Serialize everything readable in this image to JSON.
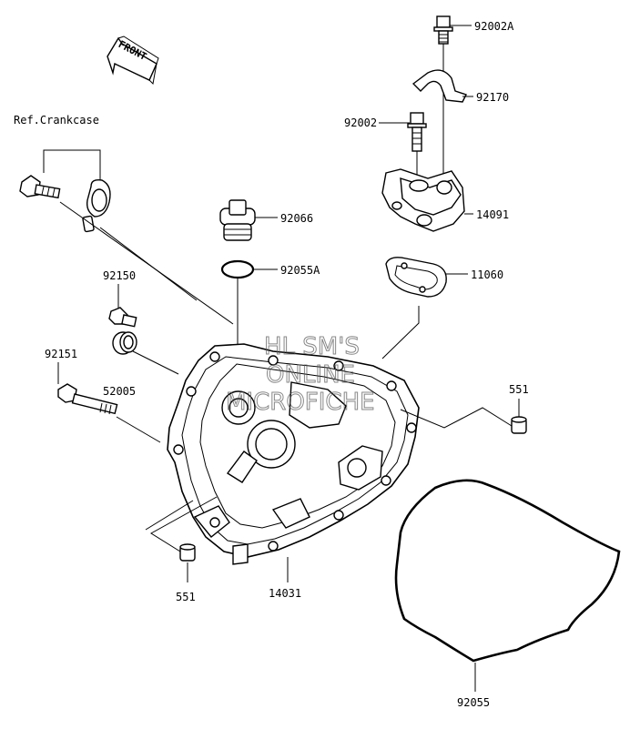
{
  "labels": {
    "front": "FRONT",
    "ref_crankcase": "Ref.Crankcase",
    "p92002a": "92002A",
    "p92170": "92170",
    "p92002": "92002",
    "p14091": "14091",
    "p92066": "92066",
    "p92055a": "92055A",
    "p11060": "11060",
    "p92150": "92150",
    "p92151": "92151",
    "p52005": "52005",
    "p551_right": "551",
    "p551_left": "551",
    "p14031": "14031",
    "p92055": "92055"
  },
  "watermark": [
    "HL SM'S",
    "ONLINE",
    "MICROFICHE"
  ]
}
